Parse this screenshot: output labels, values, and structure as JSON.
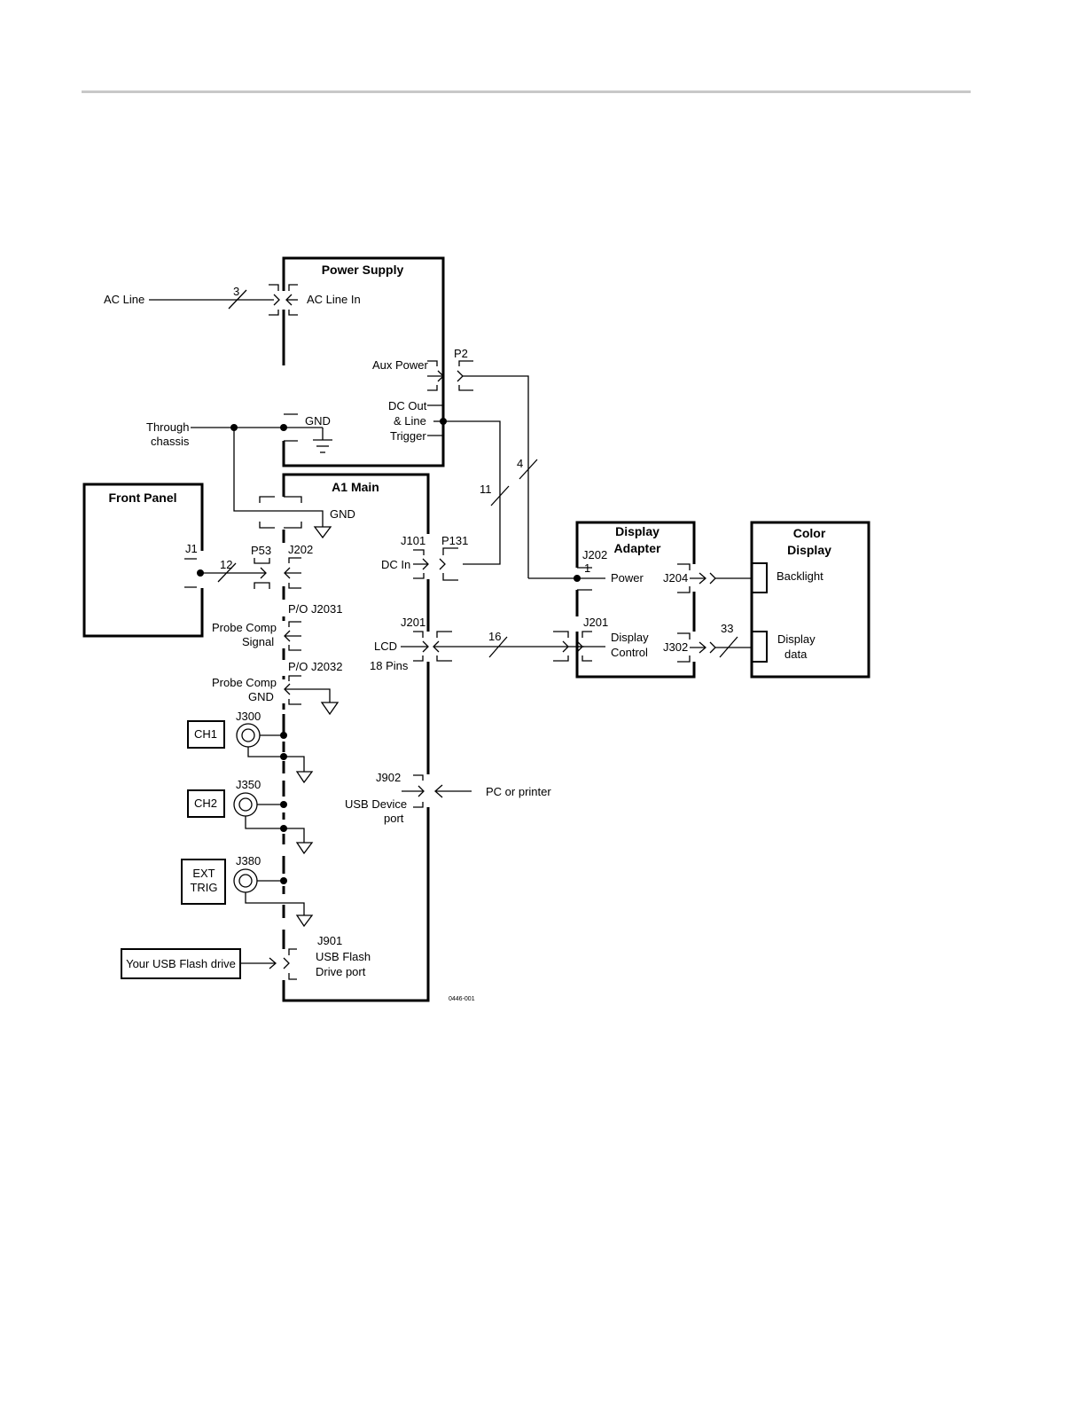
{
  "blocks": {
    "power_supply": "Power Supply",
    "a1_main": "A1 Main",
    "front_panel": "Front Panel",
    "display_adapter_1": "Display",
    "display_adapter_2": "Adapter",
    "color_display_1": "Color",
    "color_display_2": "Display"
  },
  "labels": {
    "ac_line": "AC Line",
    "ac_line_in": "AC Line In",
    "aux_power": "Aux Power",
    "p2": "P2",
    "gnd_ps": "GND",
    "dc_out_1": "DC Out",
    "dc_out_2": "& Line",
    "dc_out_3": "Trigger",
    "through_1": "Through",
    "through_2": "chassis",
    "gnd_main": "GND",
    "j1": "J1",
    "p53": "P53",
    "j202_main": "J202",
    "j101": "J101",
    "p131": "P131",
    "dc_in": "DC In",
    "po_j2031": "P/O  J2031",
    "probe_comp_signal_1": "Probe Comp",
    "probe_comp_signal_2": "Signal",
    "po_j2032": "P/O J2032",
    "probe_comp_gnd_1": "Probe Comp",
    "probe_comp_gnd_2": "GND",
    "j201_main": "J201",
    "lcd": "LCD",
    "pins_18": "18 Pins",
    "j300": "J300",
    "ch1": "CH1",
    "j350": "J350",
    "ch2": "CH2",
    "j380": "J380",
    "ext_1": "EXT",
    "ext_2": "TRIG",
    "j902": "J902",
    "usb_device_1": "USB Device",
    "usb_device_2": "port",
    "pc_printer": "PC or printer",
    "j901": "J901",
    "usb_flash_1": "USB Flash",
    "usb_flash_2": "Drive port",
    "usb_drive": "Your USB Flash drive",
    "j202_da": "J202",
    "pin1": "1",
    "power": "Power",
    "j201_da": "J201",
    "display_control_1": "Display",
    "display_control_2": "Control",
    "j204": "J204",
    "j302": "J302",
    "backlight": "Backlight",
    "display_data_1": "Display",
    "display_data_2": "data",
    "fig_id": "0446-001"
  },
  "bus_widths": {
    "ac": "3",
    "aux": "4",
    "dc": "11",
    "front_panel": "12",
    "lcd": "16",
    "display_data": "33"
  }
}
